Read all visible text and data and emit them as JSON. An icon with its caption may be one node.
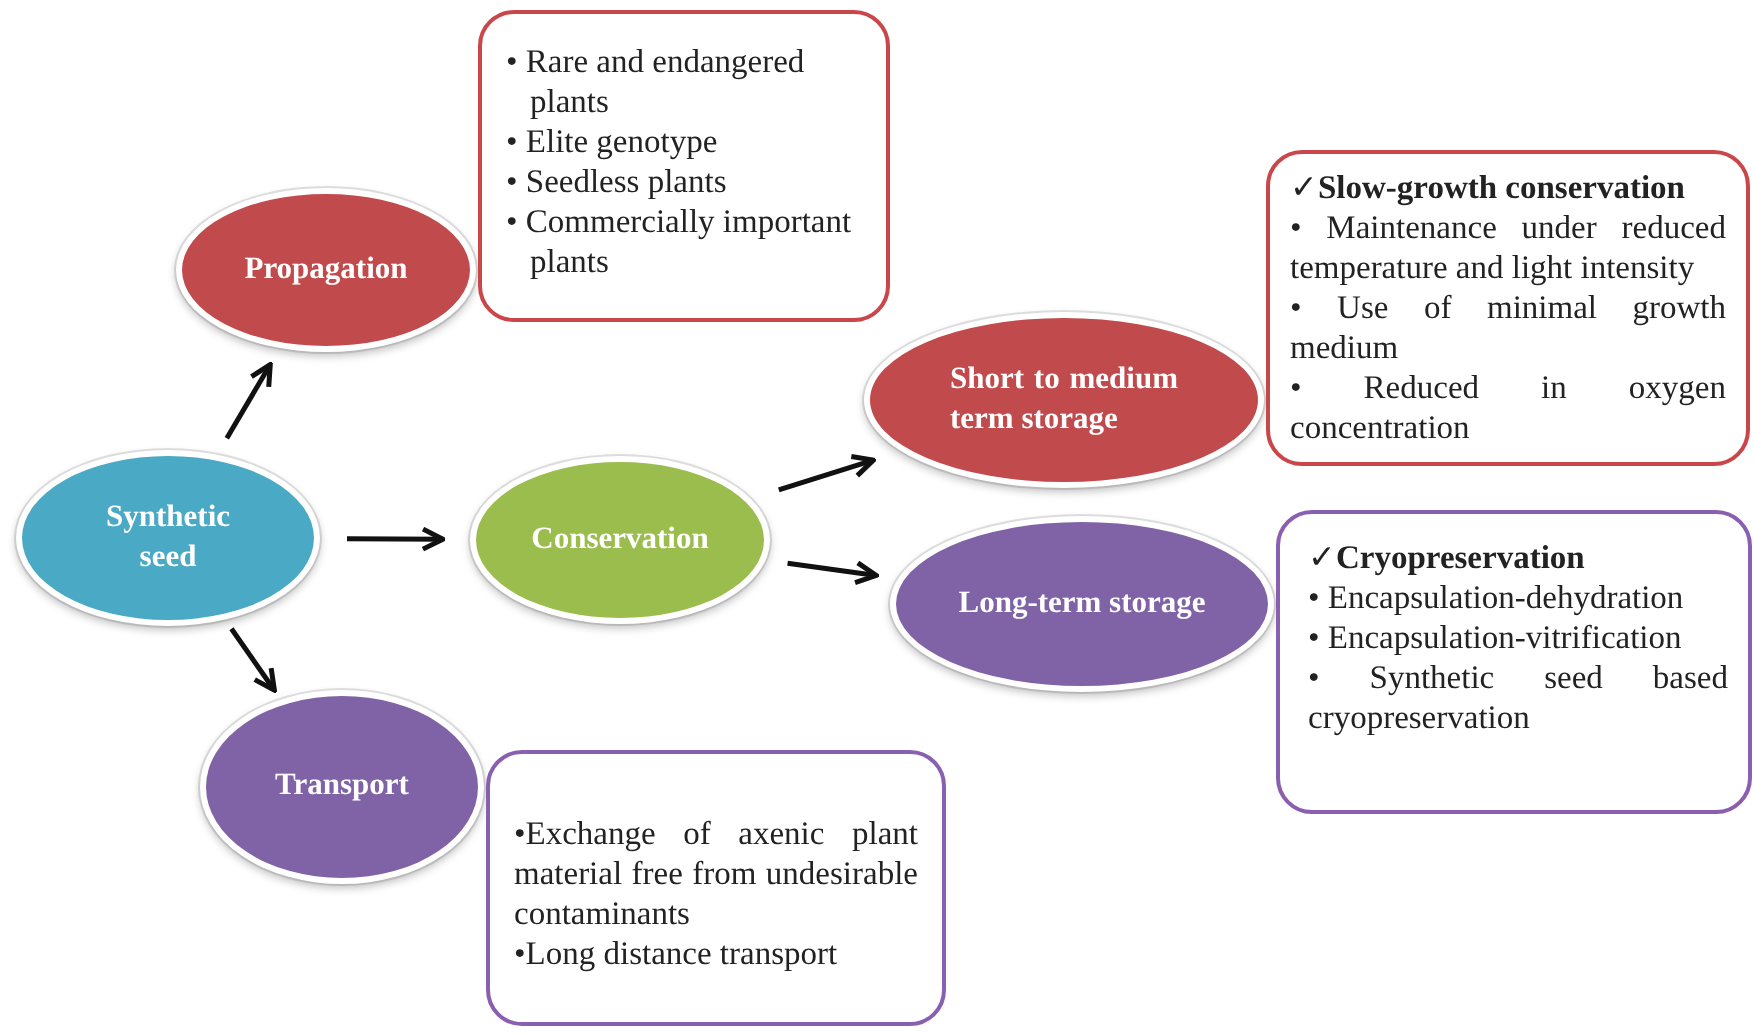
{
  "diagram": {
    "nodes": [
      {
        "text": [
          "Synthetic seed"
        ]
      },
      {
        "text": [
          "Propagation"
        ]
      },
      {
        "text": [
          "• Rare and endangered plants",
          "• Elite genotype",
          "• Seedless plants",
          "• Commercially important plants"
        ]
      },
      {
        "text": [
          "Conservation"
        ]
      },
      {
        "text": [
          "Short to medium term storage"
        ]
      },
      {
        "text": [
          "✓**Slow-growth conservation**",
          "• Maintenance under reduced temperature and light intensity",
          "• Use of minimal growth medium",
          "• Reduced in oxygen concentration"
        ]
      },
      {
        "text": [
          "Long-term storage"
        ]
      },
      {
        "text": [
          "✓**Cryopreservation**",
          "• Encapsulation-dehydration",
          "• Encapsulation-vitrification",
          "• Synthetic seed based cryopreservation"
        ]
      },
      {
        "text": [
          "Transport"
        ]
      },
      {
        "text": [
          "•Exchange of axenic plant material free from undesirable contaminants",
          "•Long distance transport"
        ]
      }
    ],
    "edges": [
      {
        "from": 0,
        "to": 1,
        "arrow": "to"
      },
      {
        "from": 0,
        "to": 3,
        "arrow": "to"
      },
      {
        "from": 0,
        "to": 8,
        "arrow": "to"
      },
      {
        "from": 3,
        "to": 4,
        "arrow": "to"
      },
      {
        "from": 3,
        "to": 6,
        "arrow": "to"
      }
    ]
  }
}
